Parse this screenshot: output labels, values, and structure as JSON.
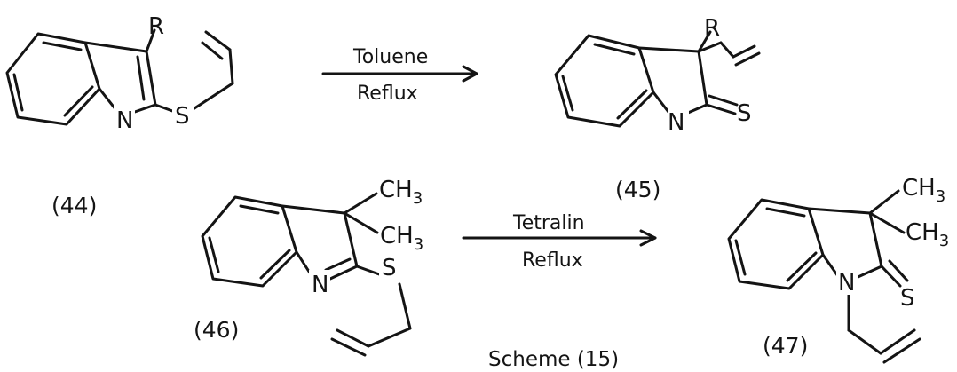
{
  "scheme": {
    "caption": "Scheme (15)",
    "compounds": {
      "c44": {
        "label": "(44)",
        "substituent": "R",
        "atoms": {
          "n": "N",
          "s": "S"
        }
      },
      "c45": {
        "label": "(45)",
        "substituent": "R",
        "atoms": {
          "n": "N",
          "s": "S"
        }
      },
      "c46": {
        "label": "(46)",
        "methyl_1": "CH",
        "methyl_2": "CH",
        "methyl_subscript": "3",
        "atoms": {
          "n": "N",
          "s": "S"
        }
      },
      "c47": {
        "label": "(47)",
        "methyl_1": "CH",
        "methyl_2": "CH",
        "methyl_subscript": "3",
        "atoms": {
          "n": "N",
          "s": "S"
        }
      }
    },
    "reactions": [
      {
        "solvent": "Toluene",
        "condition": "Reflux"
      },
      {
        "solvent": "Tetralin",
        "condition": "Reflux"
      }
    ]
  }
}
